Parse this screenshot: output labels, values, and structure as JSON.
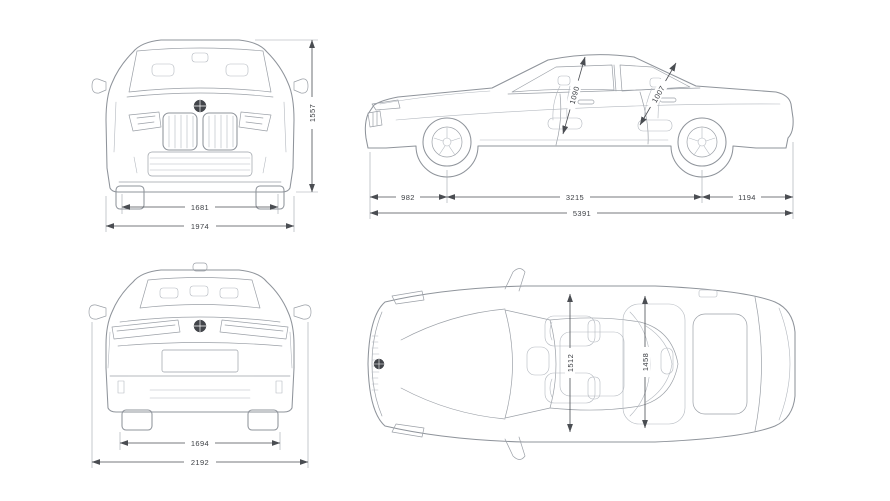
{
  "drawing": {
    "front_view": {
      "overall_height": "1557",
      "inner_width": "1681",
      "overall_width": "1974"
    },
    "side_view": {
      "front_overhang": "982",
      "wheelbase": "3215",
      "rear_overhang": "1194",
      "overall_length": "5391",
      "headroom_front": "1090",
      "headroom_rear": "1007"
    },
    "rear_view": {
      "inner_width": "1694",
      "overall_width_mirrors": "2192"
    },
    "top_view": {
      "interior_width_front": "1512",
      "interior_width_rear": "1458"
    },
    "colors": {
      "background": "#ffffff",
      "line_art": "#8f949b",
      "dimension": "#4a4d52",
      "text": "#3c3f44"
    }
  }
}
